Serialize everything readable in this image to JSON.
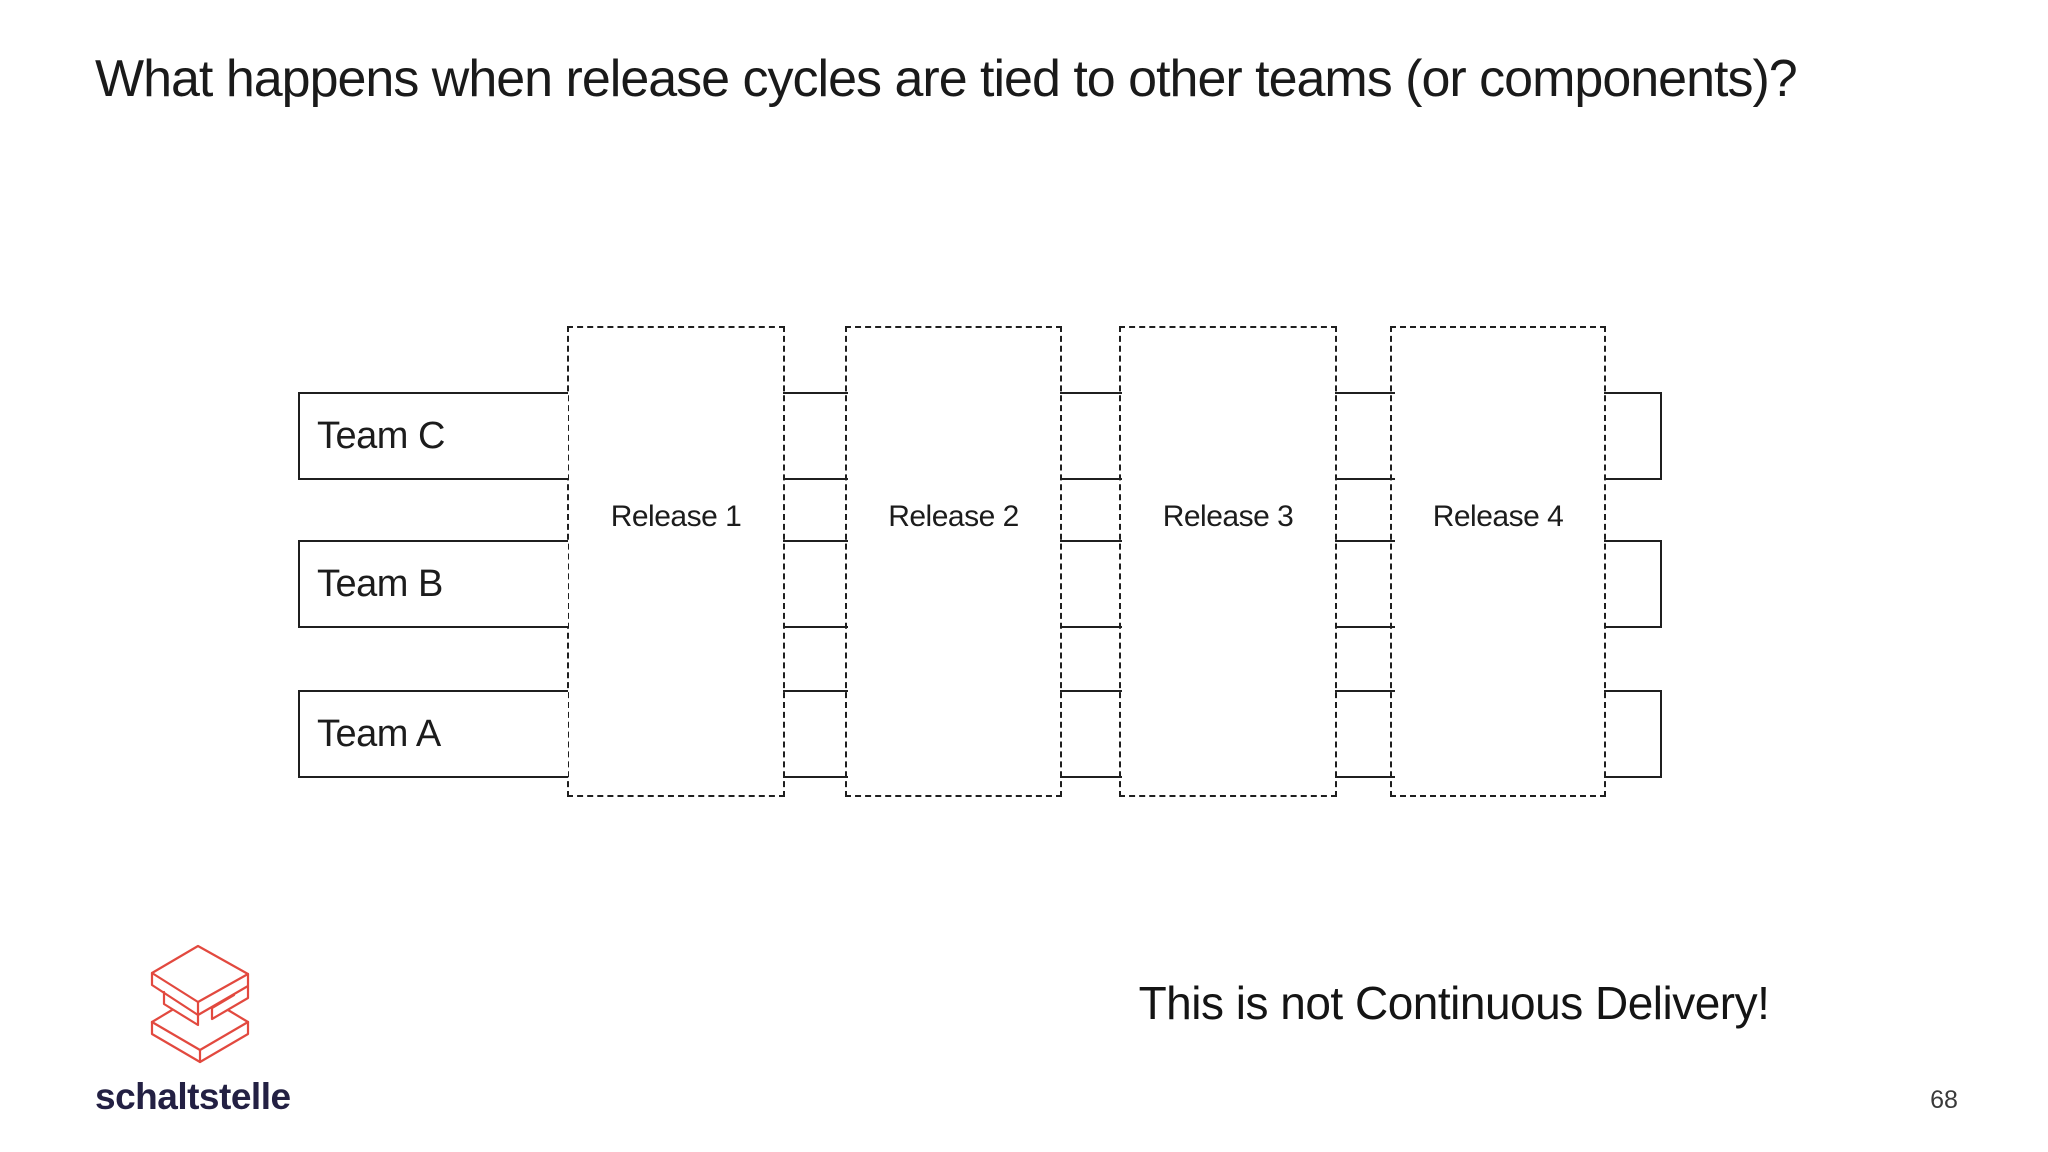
{
  "slide": {
    "title": "What happens when release cycles are tied to other teams (or components)?",
    "conclusion": "This is not Continuous Delivery!",
    "page_number": "68"
  },
  "diagram": {
    "teams": [
      {
        "label": "Team C"
      },
      {
        "label": "Team B"
      },
      {
        "label": "Team A"
      }
    ],
    "releases": [
      {
        "label": "Release 1"
      },
      {
        "label": "Release 2"
      },
      {
        "label": "Release 3"
      },
      {
        "label": "Release 4"
      }
    ],
    "border_color": "#1f1f1f",
    "release_border_style": "dashed",
    "team_border_style": "solid"
  },
  "branding": {
    "wordmark": "schaltstelle",
    "logo_icon": "isometric-s-logo",
    "logo_color": "#e2493f",
    "wordmark_color": "#232043"
  }
}
